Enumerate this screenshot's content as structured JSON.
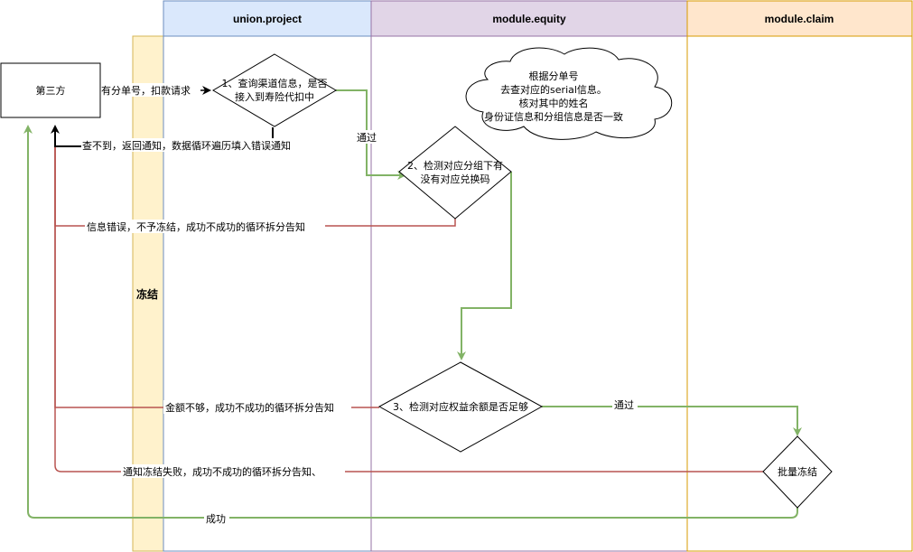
{
  "lanes": {
    "project": "union.project",
    "equity": "module.equity",
    "claim": "module.claim",
    "freeze": "冻结"
  },
  "nodes": {
    "third_party": "第三方",
    "step1_line1": "1、查询渠道信息，是否",
    "step1_line2": "接入到寿险代扣中",
    "step2_line1": "2、检测对应分组下有",
    "step2_line2": "没有对应兑换码",
    "step3": "3、检测对应权益余额是否足够",
    "batch_freeze": "批量冻结"
  },
  "cloud_note": {
    "line1": "根据分单号",
    "line2": "去查对应的serial信息。",
    "line3": "核对其中的姓名",
    "line4": "身份证信息和分组信息是否一致"
  },
  "edges": {
    "request": "有分单号，扣款请求",
    "not_found": "查不到，返回通知，数据循环遍历填入错误通知",
    "pass1": "通过",
    "info_error": "信息错误，不予冻结，成功不成功的循环拆分告知",
    "insufficient": "金额不够，成功不成功的循环拆分告知",
    "pass2": "通过",
    "freeze_fail": "通知冻结失败，成功不成功的循环拆分告知、",
    "success": "成功"
  },
  "colors": {
    "project_header": "#dae8fc",
    "project_border": "#6c8ebf",
    "equity_header": "#e1d5e7",
    "equity_border": "#9673a6",
    "claim_header": "#ffe6cc",
    "claim_border": "#d79b00",
    "freeze_fill": "#fff2cc",
    "freeze_border": "#d6b656",
    "green_edge": "#82b366",
    "red_edge": "#b85450"
  }
}
